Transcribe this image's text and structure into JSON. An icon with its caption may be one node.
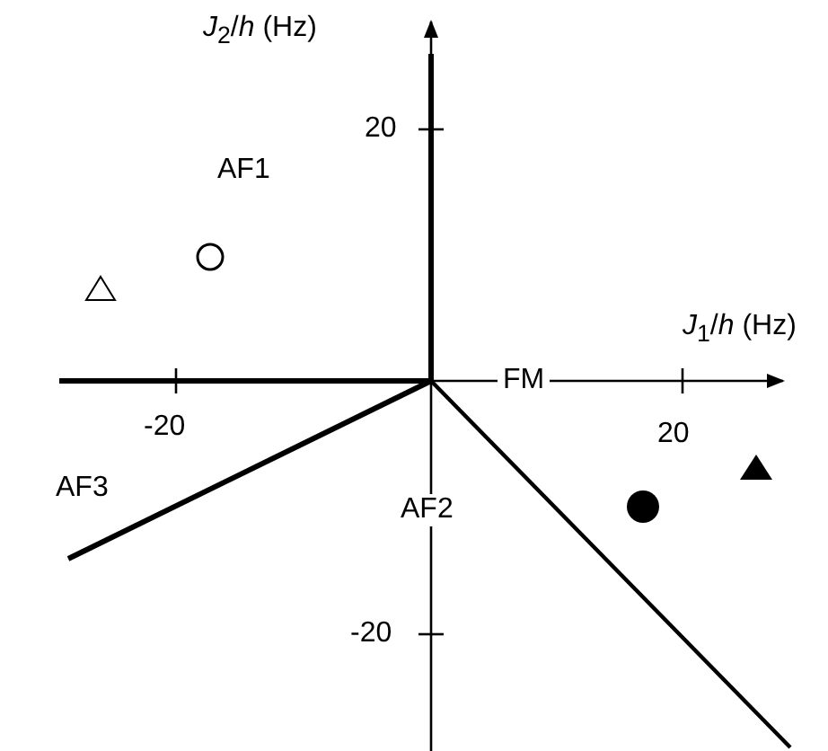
{
  "diagram": {
    "labels": [
      "*J*$_{2}$/*h* (Hz)",
      "20",
      "AF1",
      "*J*$_{1}$/*h* (Hz)",
      "FM",
      "-20",
      "20",
      "AF3",
      "AF2",
      "-20"
    ]
  }
}
